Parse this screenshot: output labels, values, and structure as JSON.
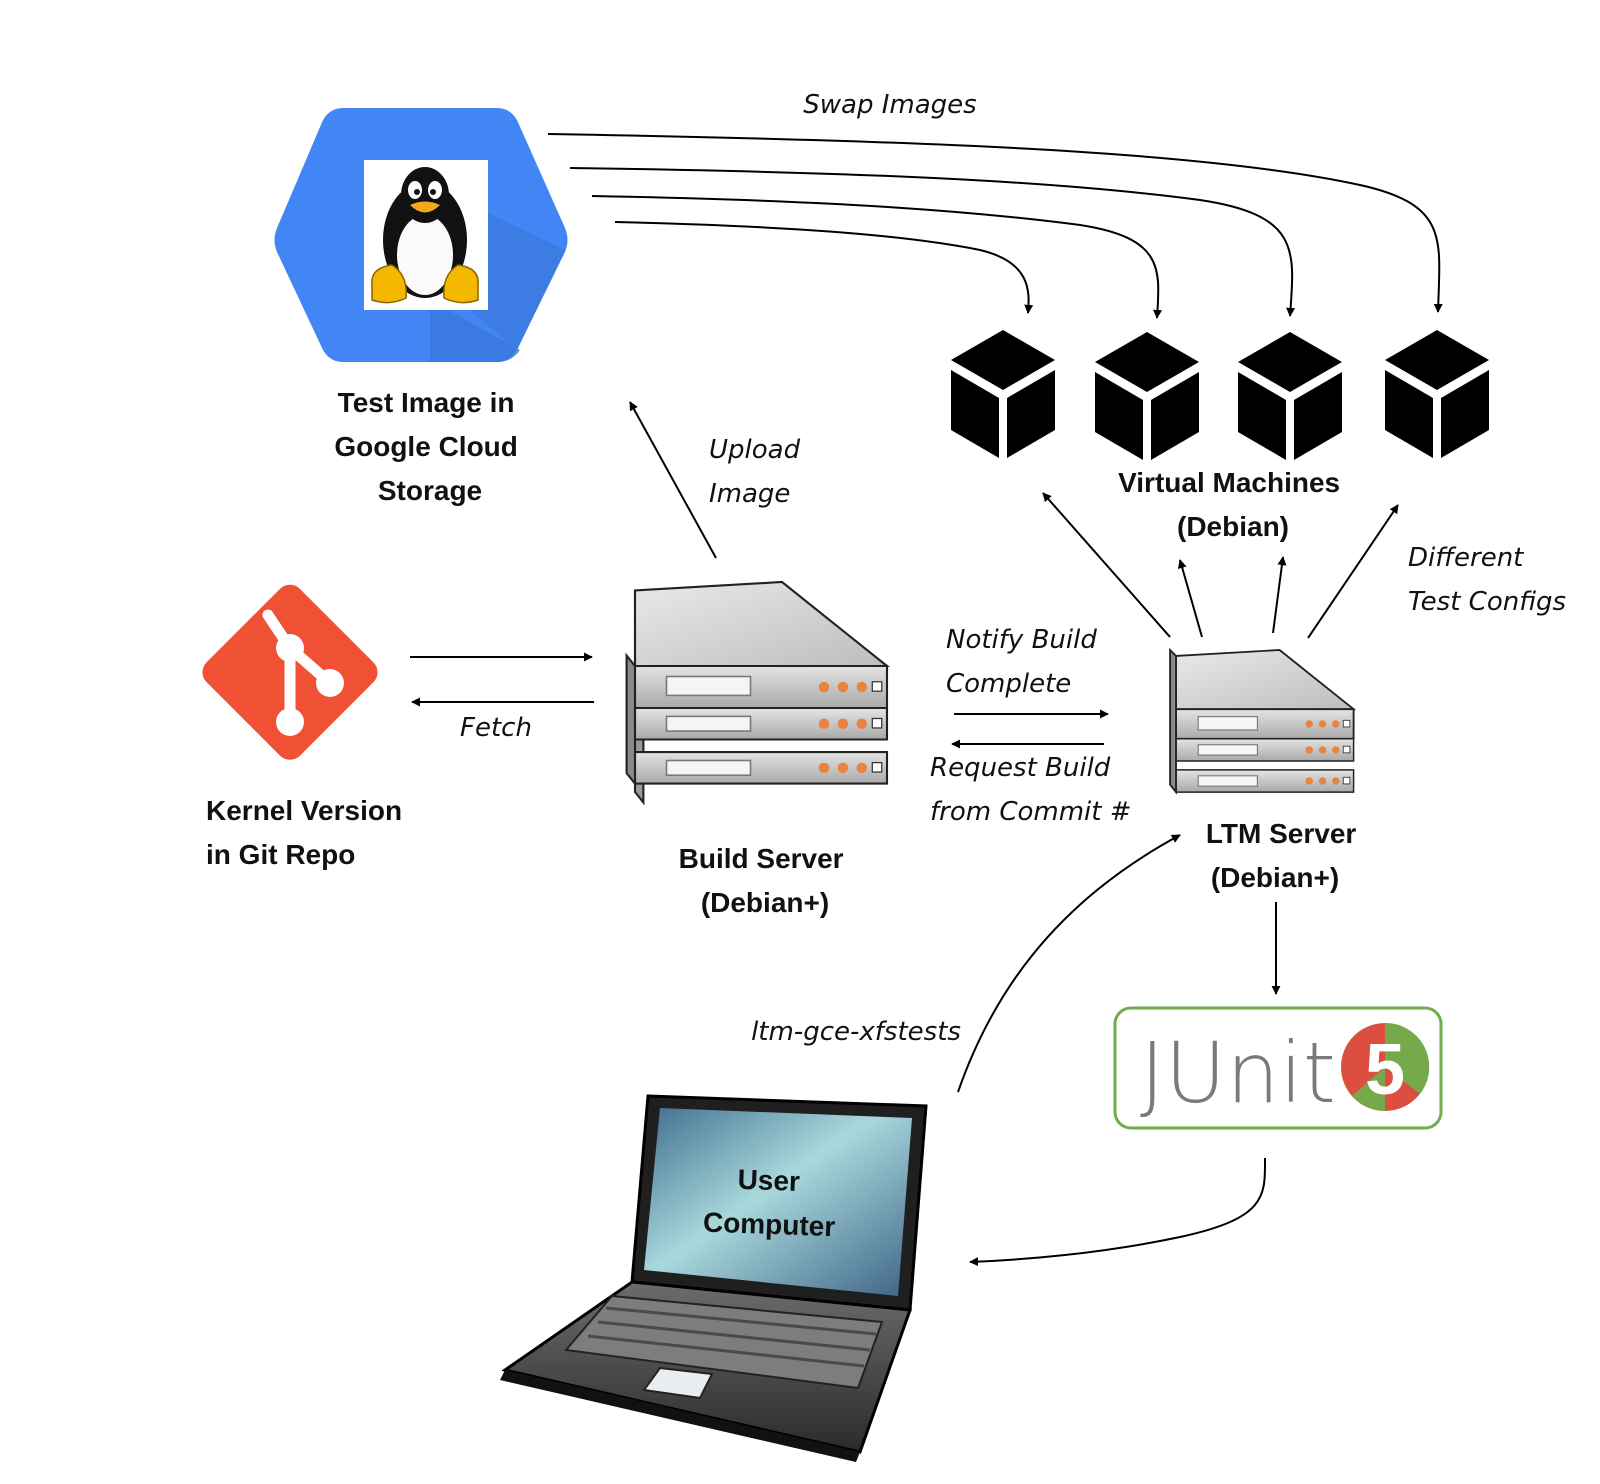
{
  "nodes": {
    "test_image": {
      "label_lines": [
        "Test Image in",
        "Google Cloud",
        "Storage"
      ],
      "icon": "google-cloud-storage-tux-icon"
    },
    "git_repo": {
      "label_lines": [
        "Kernel Version",
        "in Git Repo"
      ],
      "icon": "git-logo-icon"
    },
    "build_server": {
      "label_lines": [
        "Build Server",
        "(Debian+)"
      ],
      "icon": "server-stack-icon"
    },
    "ltm_server": {
      "label_lines": [
        "LTM Server",
        "(Debian+)"
      ],
      "icon": "server-stack-icon"
    },
    "virtual_machines": {
      "label_lines": [
        "Virtual Machines",
        "(Debian)"
      ],
      "icon": "cube-icon",
      "count": 4
    },
    "junit": {
      "logo_text": "JUnit",
      "logo_badge": "5",
      "icon": "junit5-logo-icon"
    },
    "user_computer": {
      "label_lines": [
        "User",
        "Computer"
      ],
      "icon": "laptop-icon"
    }
  },
  "edges": {
    "swap_images": {
      "label_lines": [
        "Swap Images"
      ]
    },
    "upload_image": {
      "label_lines": [
        "Upload",
        "Image"
      ]
    },
    "fetch": {
      "label_lines": [
        "Fetch"
      ]
    },
    "notify_build": {
      "label_lines": [
        "Notify Build",
        "Complete"
      ]
    },
    "request_build": {
      "label_lines": [
        "Request Build",
        "from Commit #"
      ]
    },
    "different_configs": {
      "label_lines": [
        "Different",
        "Test Configs"
      ]
    },
    "ltm_gce": {
      "label_lines": [
        "ltm-gce-xfstests"
      ]
    }
  },
  "colors": {
    "gcs_blue": "#4285f4",
    "gcs_shadow": "#3a77db",
    "git_orange": "#f05033",
    "junit_green": "#6fae4a",
    "junit_red": "#dc4f40",
    "server_orange": "#e8843f",
    "screen_teal": "#8fc6cd"
  }
}
